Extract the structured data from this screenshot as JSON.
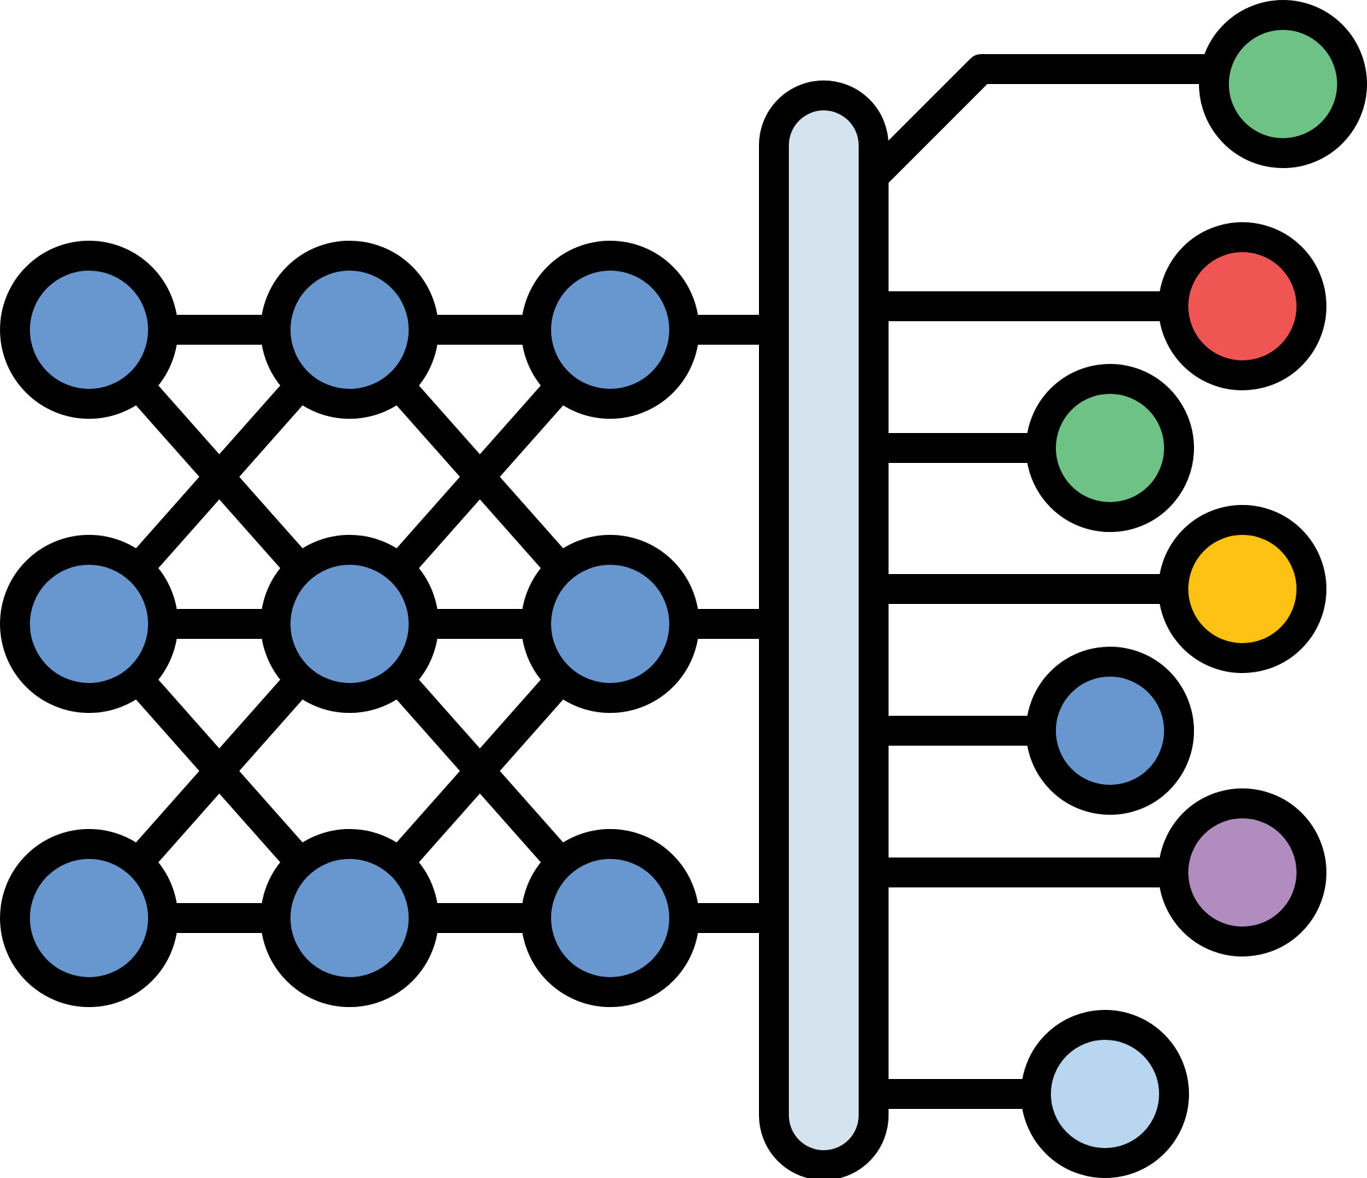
{
  "icon": "neural-network-classification-icon",
  "colors": {
    "stroke": "#000000",
    "background": "#ffffff",
    "hidden_node": "#6897cf",
    "aggregator_bar": "#d4e3ee"
  },
  "network": {
    "layers": 3,
    "nodes_per_layer": 3,
    "node_icon": "circle-node-icon"
  },
  "aggregator": {
    "icon": "aggregator-bar-icon"
  },
  "outputs": [
    {
      "name": "output-node-1",
      "color": "#6fc286"
    },
    {
      "name": "output-node-2",
      "color": "#ef5552"
    },
    {
      "name": "output-node-3",
      "color": "#6fc286"
    },
    {
      "name": "output-node-4",
      "color": "#fdc213"
    },
    {
      "name": "output-node-5",
      "color": "#6897cf"
    },
    {
      "name": "output-node-6",
      "color": "#b08cbf"
    },
    {
      "name": "output-node-7",
      "color": "#b8d6ef"
    }
  ]
}
